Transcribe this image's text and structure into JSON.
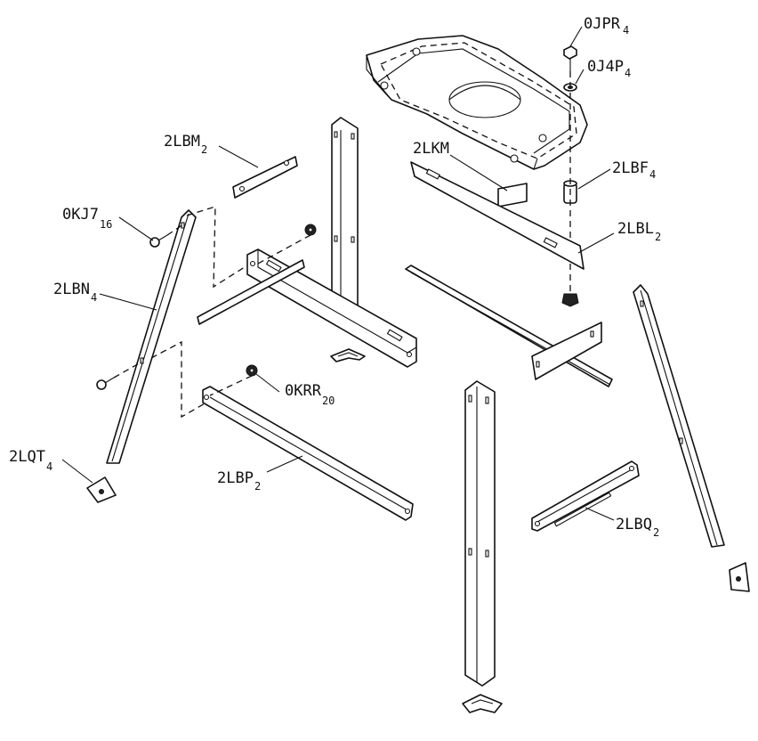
{
  "diagram": {
    "labels": [
      {
        "id": "ojpr",
        "base": "0JPR",
        "sub": "4"
      },
      {
        "id": "oj4p",
        "base": "0J4P",
        "sub": "4"
      },
      {
        "id": "lbm",
        "base": "2LBM",
        "sub": "2"
      },
      {
        "id": "lkm",
        "base": "2LKM",
        "sub": ""
      },
      {
        "id": "lbf",
        "base": "2LBF",
        "sub": "4"
      },
      {
        "id": "okj7",
        "base": "0KJ7",
        "sub": "16"
      },
      {
        "id": "lbl",
        "base": "2LBL",
        "sub": "2"
      },
      {
        "id": "lbn",
        "base": "2LBN",
        "sub": "4"
      },
      {
        "id": "okrr",
        "base": "0KRR",
        "sub": "20"
      },
      {
        "id": "lqt",
        "base": "2LQT",
        "sub": "4"
      },
      {
        "id": "lbp",
        "base": "2LBP",
        "sub": "2"
      },
      {
        "id": "lbq",
        "base": "2LBQ",
        "sub": "2"
      }
    ]
  }
}
